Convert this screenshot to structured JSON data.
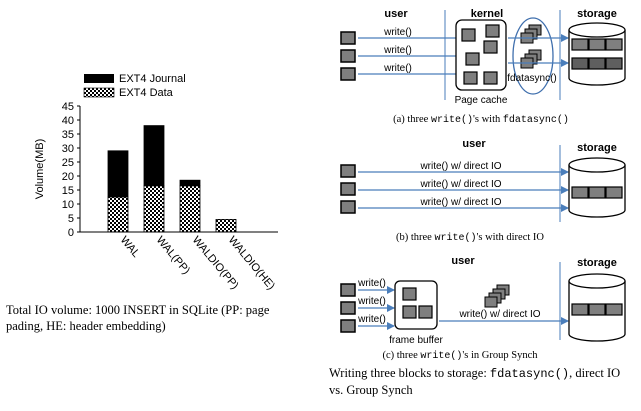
{
  "colors": {
    "journal": "#000000",
    "block": "#7f7f7f",
    "line": "#4a7ebb",
    "ellipse": "#3f6fad"
  },
  "chart_data": {
    "type": "bar",
    "stacked": true,
    "categories": [
      "WAL",
      "WAL(PP)",
      "WALDIO(PP)",
      "WALDIO(HE)"
    ],
    "series": [
      {
        "name": "EXT4 Data",
        "pattern": "checkered",
        "values": [
          12.5,
          16.5,
          16.5,
          4.5
        ]
      },
      {
        "name": "EXT4 Journal",
        "color": "#000000",
        "values": [
          16.5,
          21.5,
          2,
          0
        ]
      }
    ],
    "ylabel": "Volume(MB)",
    "ylim": [
      0,
      45
    ],
    "yticks": [
      0,
      5,
      10,
      15,
      20,
      25,
      30,
      35,
      40,
      45
    ],
    "legend": "top"
  },
  "left_caption": "Total IO volume: 1000 INSERT in SQLite (PP: page pading, HE: header embedding)",
  "panel_a": {
    "user": "user",
    "kernel": "kernel",
    "storage": "storage",
    "writes": [
      "write()",
      "write()",
      "write()"
    ],
    "fdatasync": "fdatasync()",
    "page_cache": "Page cache",
    "cap_pre": "(a)  three ",
    "cap_mono1": "write()",
    "cap_mid": "'s with ",
    "cap_mono2": "fdatasync()"
  },
  "panel_b": {
    "user": "user",
    "storage": "storage",
    "writes": [
      "write() w/ direct IO",
      "write() w/ direct IO",
      "write() w/ direct IO"
    ],
    "cap_pre": "(b)  three ",
    "cap_mono": "write()",
    "cap_post": "'s with direct IO"
  },
  "panel_c": {
    "user": "user",
    "storage": "storage",
    "writes": [
      "write()",
      "write()",
      "write()"
    ],
    "frame_buffer": "frame buffer",
    "direct": "write() w/ direct IO",
    "cap_pre": "(c)  three ",
    "cap_mono": "write()",
    "cap_post": "'s in Group Synch"
  },
  "right_caption": {
    "pre": "Writing three blocks to storage: ",
    "mono": "fdatasync()",
    "post": ", direct IO vs. Group Synch"
  }
}
